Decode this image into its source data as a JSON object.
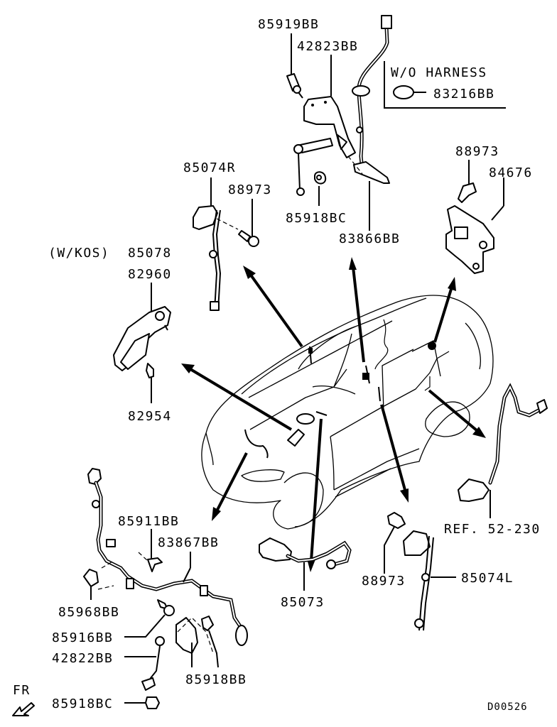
{
  "diagram": {
    "title_code": "D00526",
    "orientation": "FR",
    "note_box": {
      "heading": "W/O HARNESS",
      "part": "83216BB"
    },
    "labels": {
      "p85919BB": "85919BB",
      "p42823BB": "42823BB",
      "p85918BC_top": "85918BC",
      "p83866BB": "83866BB",
      "p88973_topright": "88973",
      "p84676": "84676",
      "p85074R": "85074R",
      "p88973_left": "88973",
      "wkos_note": "(W/KOS)",
      "p85078": "85078",
      "p82960": "82960",
      "p82954": "82954",
      "ref": "REF. 52-230",
      "p85911BB": "85911BB",
      "p83867BB": "83867BB",
      "p85968BB": "85968BB",
      "p85916BB": "85916BB",
      "p42822BB": "42822BB",
      "p85918BB": "85918BB",
      "p85918BC_bottom": "85918BC",
      "p85073": "85073",
      "p88973_bottom": "88973",
      "p85074L": "85074L"
    }
  }
}
